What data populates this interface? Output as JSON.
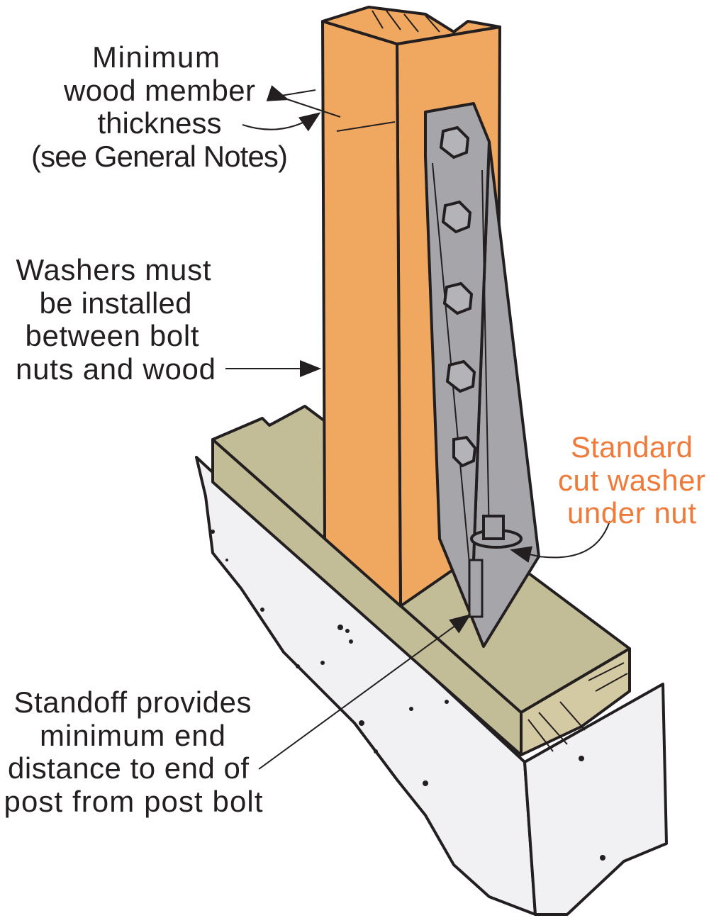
{
  "labels": {
    "thickness": [
      "Minimum",
      "wood member",
      "thickness",
      "(see General Notes)"
    ],
    "washers": [
      "Washers must",
      "be installed",
      "between bolt",
      "nuts and wood"
    ],
    "standard_washer": [
      "Standard",
      "cut washer",
      "under nut"
    ],
    "standoff": [
      "Standoff provides",
      "minimum end",
      "distance to end of",
      "post from post bolt"
    ]
  },
  "colors": {
    "post": "#f0a860",
    "sill": "#c2bd96",
    "concrete": "#f1f0f3",
    "steel": "#a6a6aa",
    "highlight_text": "#ef7a3a"
  }
}
